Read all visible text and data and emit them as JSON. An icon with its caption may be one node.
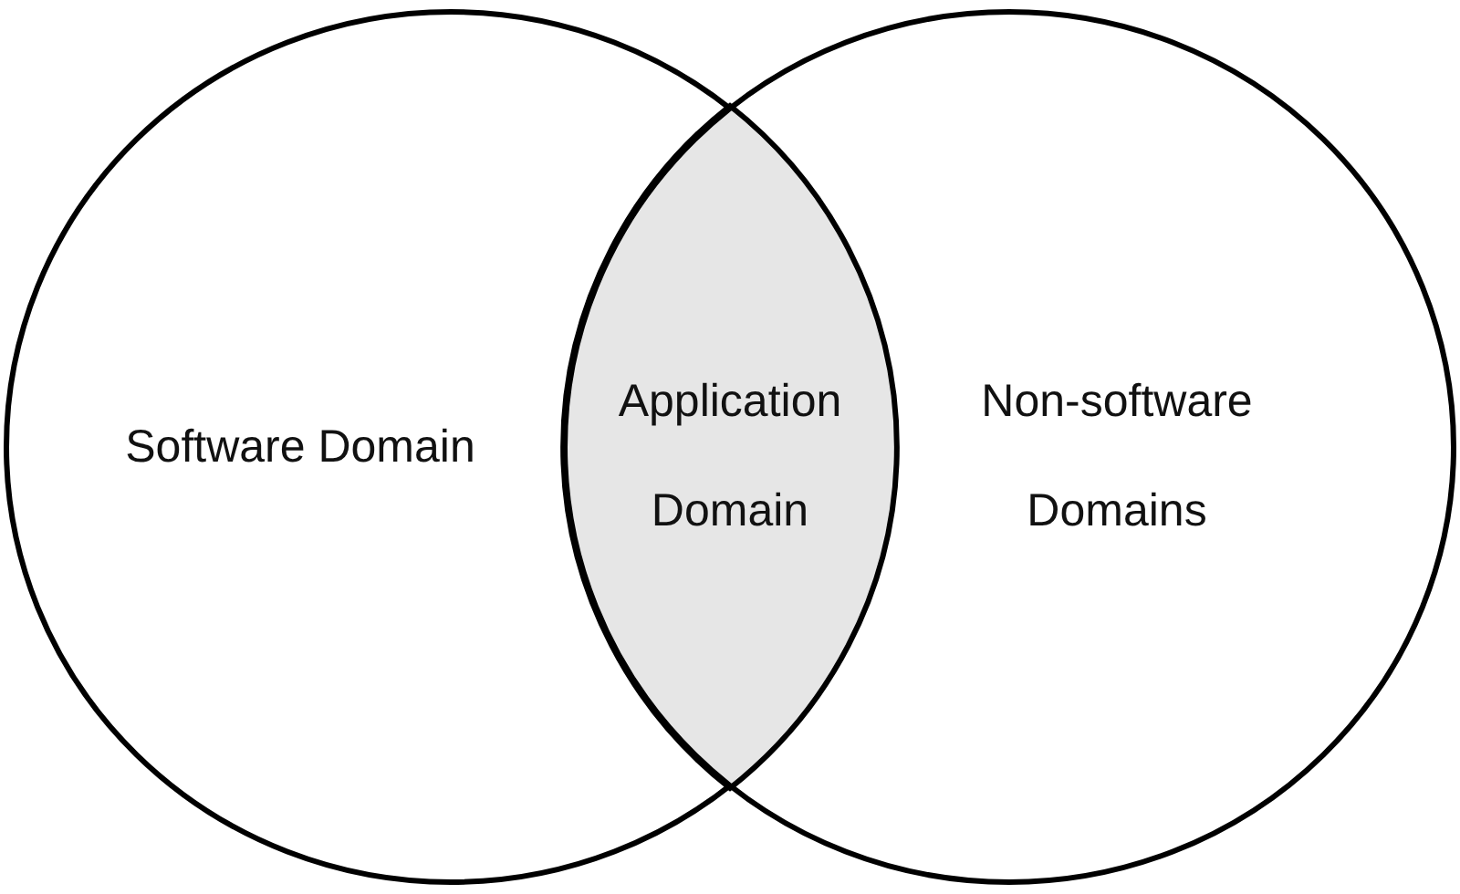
{
  "diagram": {
    "nodes": [
      {
        "text": [
          "Software Domain"
        ]
      },
      {
        "text": [
          "Application Domain"
        ]
      },
      {
        "text": [
          "Non-software Domains"
        ]
      }
    ]
  }
}
